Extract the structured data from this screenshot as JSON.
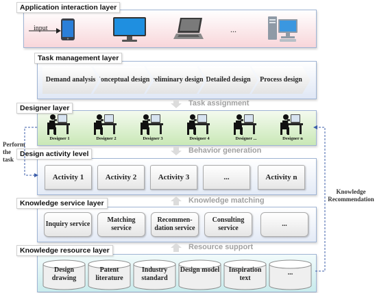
{
  "layers": {
    "application": {
      "title": "Application interaction layer",
      "input_label": "input",
      "ellipsis": "..."
    },
    "task": {
      "title": "Task management layer",
      "steps": [
        "Demand analysis",
        "Conceptual design",
        "Preliminary design",
        "Detailed design",
        "Process design"
      ]
    },
    "designer": {
      "title": "Designer layer",
      "designers": [
        "Designer 1",
        "Designer 2",
        "Designer 3",
        "Designer 4",
        "Designer ...",
        "Designer n"
      ]
    },
    "activity": {
      "title": "Design activity level",
      "activities": [
        "Activity 1",
        "Activity 2",
        "Activity 3",
        "...",
        "Activity n"
      ]
    },
    "service": {
      "title": "Knowledge service layer",
      "services": [
        "Inquiry service",
        "Matching service",
        "Recommen- dation service",
        "Consulting service",
        "..."
      ]
    },
    "resource": {
      "title": "Knowledge resource layer",
      "resources": [
        "Design drawing",
        "Patent literature",
        "Industry standard",
        "Design model",
        "Inspiration text",
        "..."
      ]
    }
  },
  "connectors": {
    "task_assignment": "Task assignment",
    "behavior_generation": "Behavior generation",
    "knowledge_matching": "Knowledge matching",
    "resource_support": "Resource support",
    "perform_task": "Perform the task",
    "knowledge_recommendation": "Knowledge Recommendation"
  },
  "colors": {
    "app_band": "#fbe3e6",
    "task_band": "#e1e9f6",
    "designer_band": "#e3f2d9",
    "activity_band": "#e7edf7",
    "service_band": "#e7edf7",
    "resource_band": "#d9f1f2",
    "dashed_line": "#3b5eaa"
  },
  "icons": [
    "tablet-icon",
    "monitor-icon",
    "laptop-icon",
    "desktop-computer-icon",
    "designer-at-desk-icon",
    "database-cylinder-icon"
  ]
}
